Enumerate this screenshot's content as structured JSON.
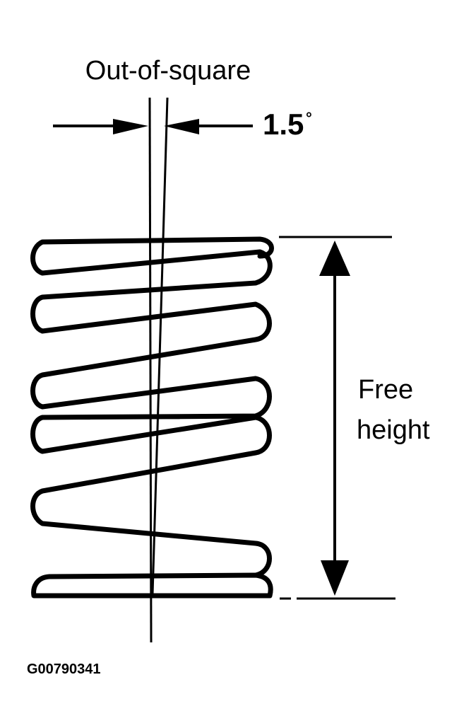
{
  "labels": {
    "out_of_square": "Out-of-square",
    "angle": "1.5",
    "angle_unit": "°",
    "free_height_line1": "Free",
    "free_height_line2": "height",
    "figure_id": "G00790341"
  },
  "colors": {
    "ink": "#000000",
    "background": "#ffffff"
  }
}
